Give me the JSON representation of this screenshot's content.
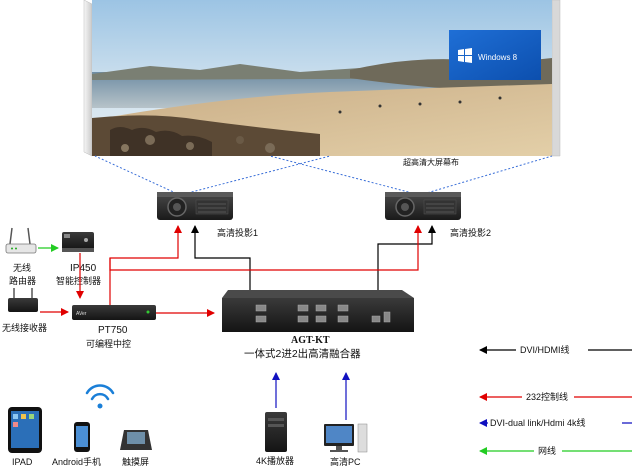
{
  "screen": {
    "caption": "超高清大屏幕布",
    "os_badge": "Windows 8"
  },
  "devices": {
    "projector1": "高清投影1",
    "projector2": "高清投影2",
    "router_line1": "无线",
    "router_line2": "路由器",
    "ip450_title": "IP450",
    "ip450_sub": "智能控制器",
    "receiver": "无线接收器",
    "pt750_title": "PT750",
    "pt750_sub": "可编程中控",
    "pt750_brand": "AVer",
    "agt_title": "AGT-KT",
    "agt_sub": "一体式2进2出高清融合器",
    "ipad": "IPAD",
    "android": "Android手机",
    "touch": "触摸屏",
    "player": "4K播放器",
    "pc": "高清PC"
  },
  "legend": [
    {
      "label": "DVI/HDMI线",
      "color": "#000000"
    },
    {
      "label": "232控制线",
      "color": "#e00000"
    },
    {
      "label": "DVI-dual link/Hdmi 4k线",
      "color": "#1010c0"
    },
    {
      "label": "网线",
      "color": "#22cc22"
    }
  ],
  "colors": {
    "control": "#e00000",
    "video": "#000000",
    "dual": "#1010c0",
    "net": "#22cc22",
    "projection": "#3a6fd8"
  }
}
